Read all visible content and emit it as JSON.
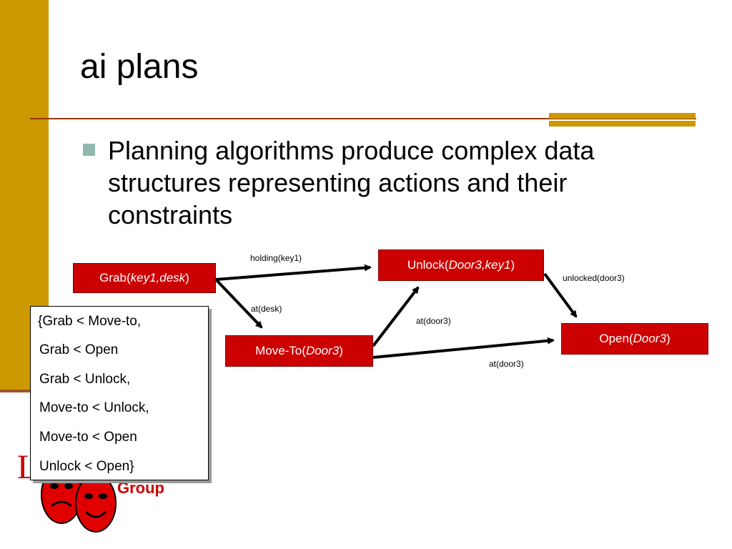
{
  "slide": {
    "title": "ai plans",
    "bullet": "Planning algorithms produce complex data structures representing actions and their constraints"
  },
  "nodes": {
    "grab": {
      "name": "Grab(",
      "args": "key1,desk",
      "close": ")"
    },
    "unlock": {
      "name": "Unlock(",
      "args": "Door3,key1",
      "close": ")"
    },
    "moveto": {
      "name": "Move-To(",
      "args": "Door3",
      "close": ")"
    },
    "open": {
      "name": "Open(",
      "args": "Door3",
      "close": ")"
    }
  },
  "edges": {
    "holding": "holding(key1)",
    "at_desk": "at(desk)",
    "unlocked": "unlocked(door3)",
    "at_door3_a": "at(door3)",
    "at_door3_b": "at(door3)"
  },
  "constraints": [
    "{Grab < Move-to,",
    " Grab < Open",
    " Grab < Unlock,",
    " Move-to < Unlock,",
    " Move-to < Open",
    " Unlock < Open}"
  ],
  "logo": {
    "letter": "L",
    "group": "Group"
  },
  "colors": {
    "node_fill": "#cc0000",
    "sidebar": "#cc9900",
    "rule": "#993300"
  }
}
